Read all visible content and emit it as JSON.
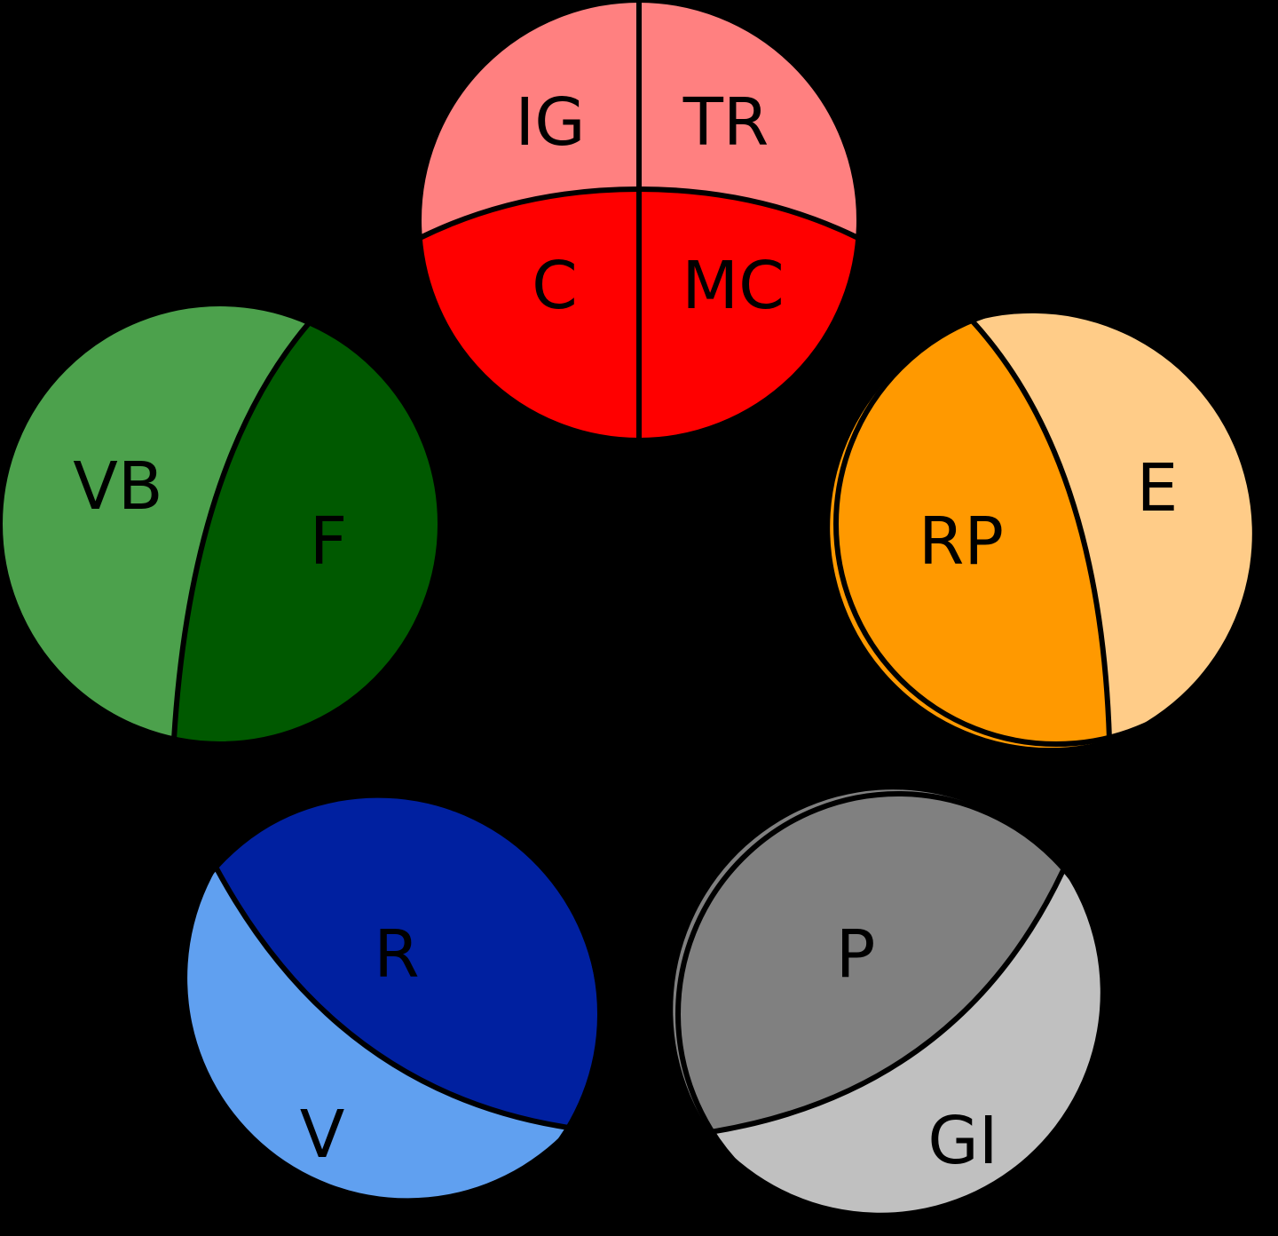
{
  "colors": {
    "background": "#000000",
    "outline": "#000000",
    "label": "#000000"
  },
  "circles": [
    {
      "name": "red",
      "segments": [
        {
          "label": "IG",
          "color": "#ff8080"
        },
        {
          "label": "TR",
          "color": "#ff8080"
        },
        {
          "label": "C",
          "color": "#ff0000"
        },
        {
          "label": "MC",
          "color": "#ff0000"
        }
      ]
    },
    {
      "name": "green",
      "segments": [
        {
          "label": "VB",
          "color": "#4ca14c"
        },
        {
          "label": "F",
          "color": "#005900"
        }
      ]
    },
    {
      "name": "orange",
      "segments": [
        {
          "label": "RP",
          "color": "#ff9900"
        },
        {
          "label": "E",
          "color": "#ffcc88"
        }
      ]
    },
    {
      "name": "blue",
      "segments": [
        {
          "label": "R",
          "color": "#0020a0"
        },
        {
          "label": "V",
          "color": "#60a0f0"
        }
      ]
    },
    {
      "name": "gray",
      "segments": [
        {
          "label": "P",
          "color": "#808080"
        },
        {
          "label": "GI",
          "color": "#c0c0c0"
        }
      ]
    }
  ]
}
